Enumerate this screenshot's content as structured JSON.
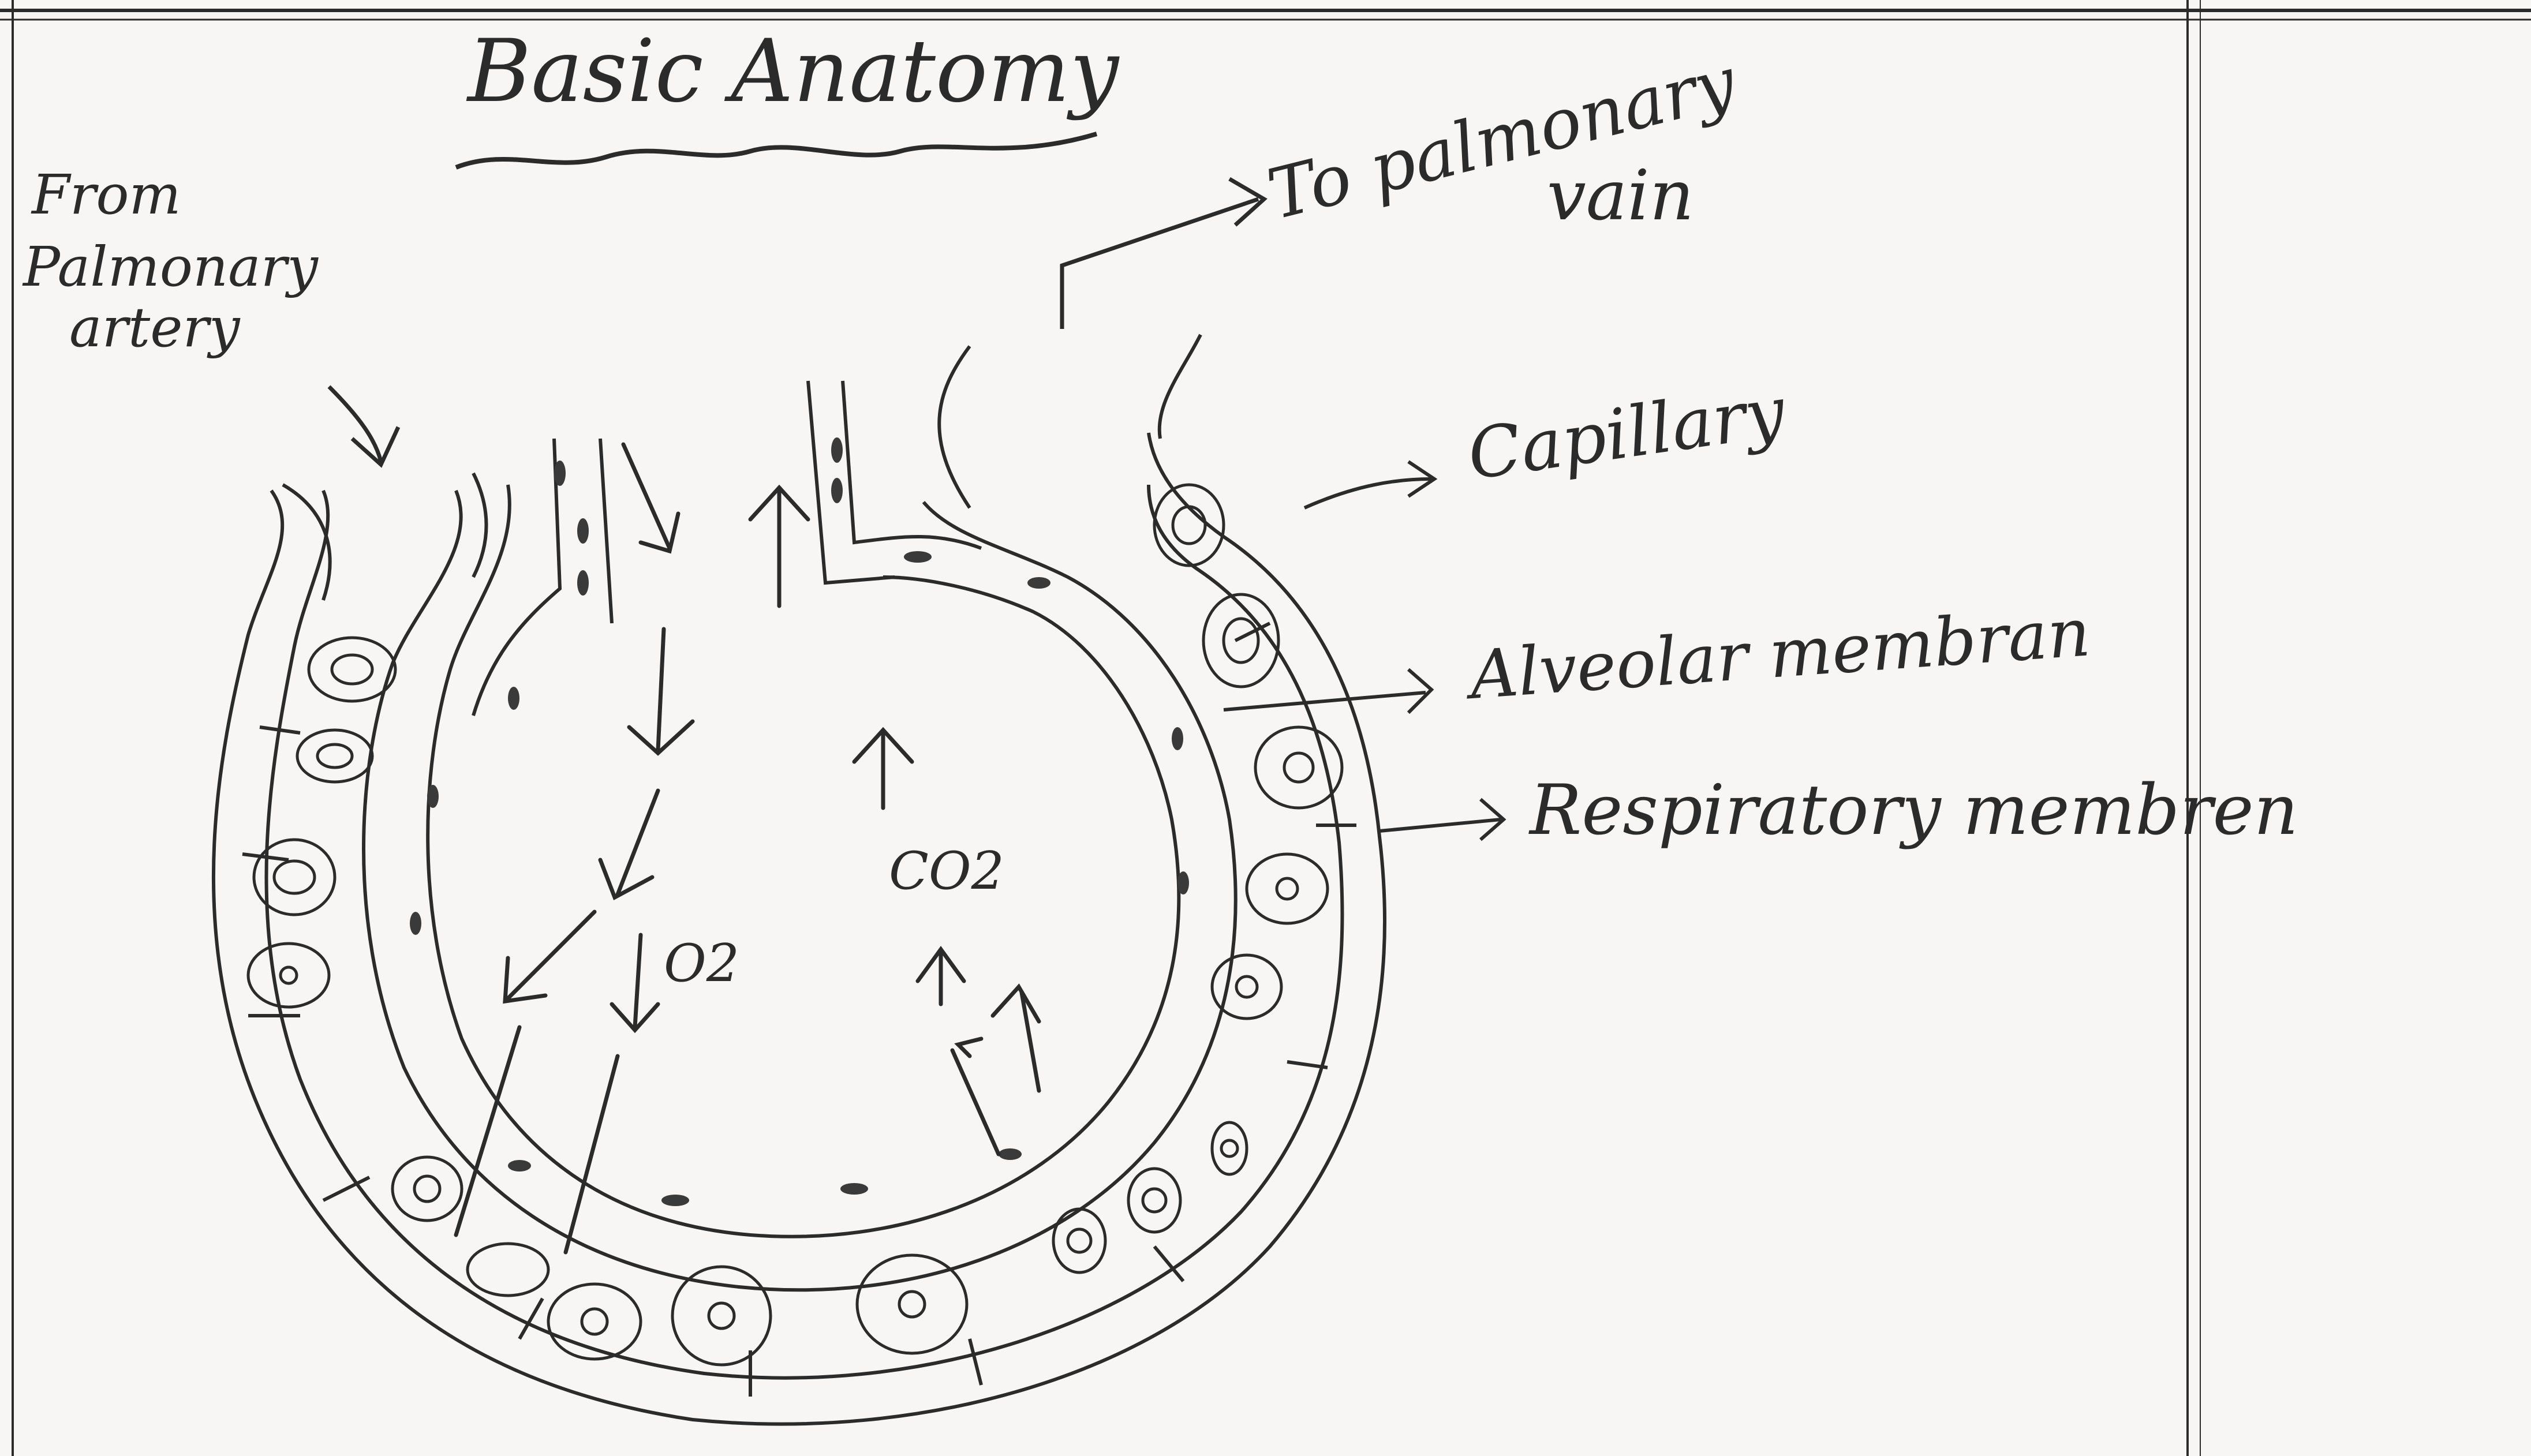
{
  "diagram": {
    "title": "Basic Anatomy",
    "labels": {
      "from_pulmonary_artery_line1": "From",
      "from_pulmonary_artery_line2": "Palmonary",
      "from_pulmonary_artery_line3": "artery",
      "to_pulmonary_vein_line1": "To palmonary",
      "to_pulmonary_vein_line2": "vain",
      "capillary": "Capillary",
      "alveolar_membrane": "Alveolar membran",
      "respiratory_membrane": "Respiratory membren",
      "oxygen": "O2",
      "carbon_dioxide": "CO2"
    },
    "colors": {
      "paper": "#f7f6f4",
      "ink": "#2b2b2b",
      "ink_light": "#6b6b6b",
      "nucleus_fill": "#3a3a3a"
    }
  }
}
